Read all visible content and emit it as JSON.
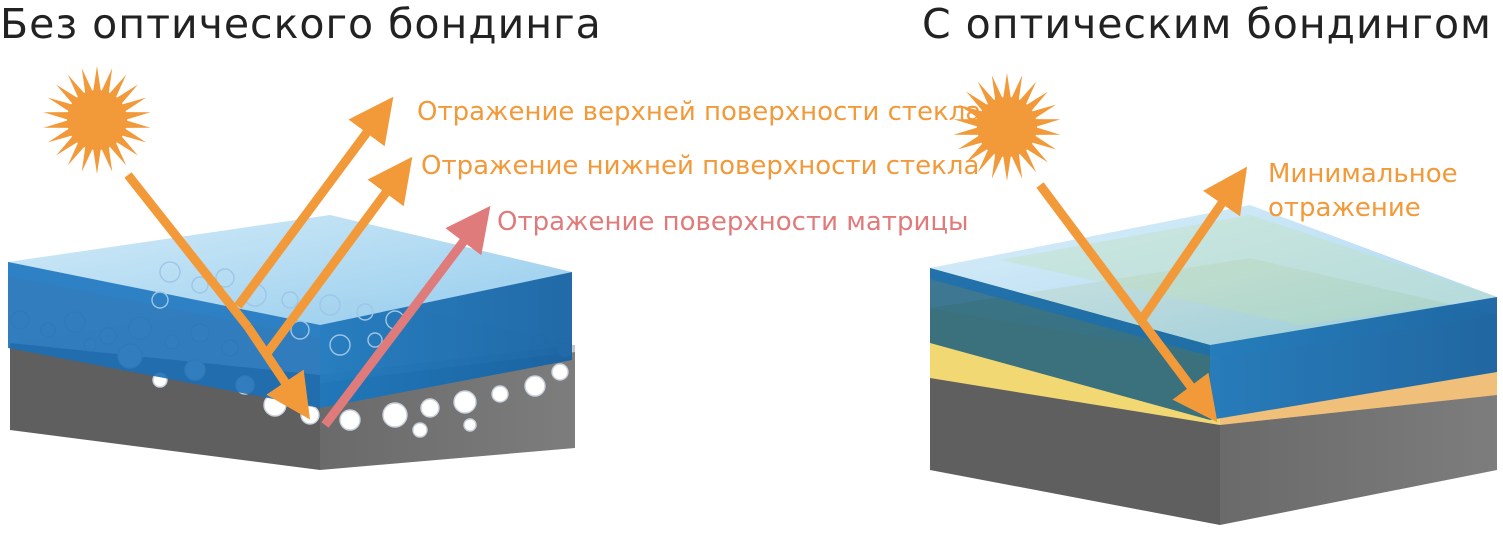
{
  "left_panel": {
    "title": "Без оптического бондинга",
    "labels": {
      "top_glass": "Отражение верхней поверхности стекла",
      "bottom_glass": "Отражение нижней поверхности стекла",
      "matrix": "Отражение поверхности матрицы"
    }
  },
  "right_panel": {
    "title": "С оптическим бондингом",
    "label_line1": "Минимальное",
    "label_line2": "отражение"
  },
  "colors": {
    "orange": "#f29a3a",
    "red": "#e07b7b",
    "glass_top": "#a9d7f0",
    "glass_side": "#1a6fb3",
    "panel_top": "#f2f2f2",
    "panel_side": "#6b6b6b",
    "adhesive": "#f5d86a",
    "text_dark": "#222222"
  },
  "icons": {
    "sun": "sun-icon"
  }
}
